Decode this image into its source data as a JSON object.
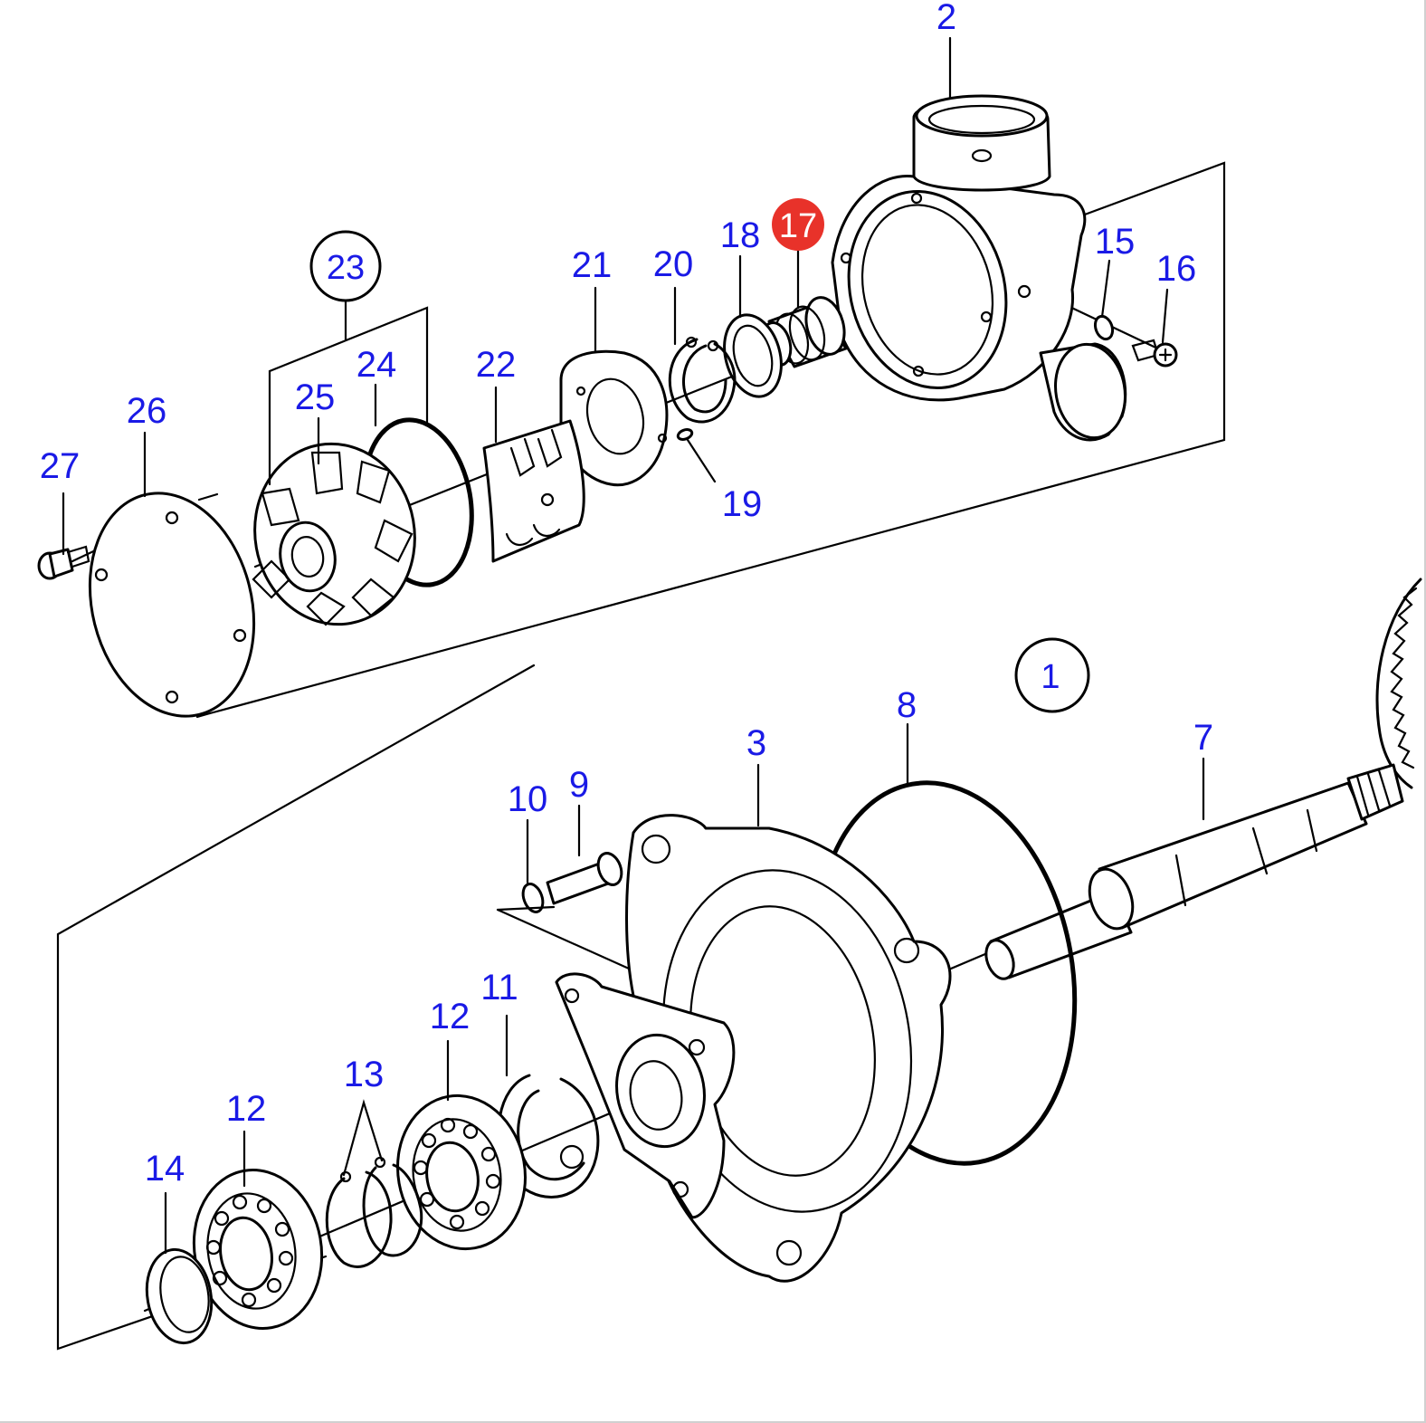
{
  "diagram": {
    "callouts": [
      {
        "id": "c1",
        "label": "1",
        "style": "circled"
      },
      {
        "id": "c2",
        "label": "2",
        "style": "plain"
      },
      {
        "id": "c3",
        "label": "3",
        "style": "plain"
      },
      {
        "id": "c7",
        "label": "7",
        "style": "plain"
      },
      {
        "id": "c8",
        "label": "8",
        "style": "plain"
      },
      {
        "id": "c9",
        "label": "9",
        "style": "plain"
      },
      {
        "id": "c10",
        "label": "10",
        "style": "plain"
      },
      {
        "id": "c11",
        "label": "11",
        "style": "plain"
      },
      {
        "id": "c12a",
        "label": "12",
        "style": "plain"
      },
      {
        "id": "c12b",
        "label": "12",
        "style": "plain"
      },
      {
        "id": "c13",
        "label": "13",
        "style": "plain"
      },
      {
        "id": "c14",
        "label": "14",
        "style": "plain"
      },
      {
        "id": "c15",
        "label": "15",
        "style": "plain"
      },
      {
        "id": "c16",
        "label": "16",
        "style": "plain"
      },
      {
        "id": "c17",
        "label": "17",
        "style": "highlighted"
      },
      {
        "id": "c18",
        "label": "18",
        "style": "plain"
      },
      {
        "id": "c19",
        "label": "19",
        "style": "plain"
      },
      {
        "id": "c20",
        "label": "20",
        "style": "plain"
      },
      {
        "id": "c21",
        "label": "21",
        "style": "plain"
      },
      {
        "id": "c22",
        "label": "22",
        "style": "plain"
      },
      {
        "id": "c23",
        "label": "23",
        "style": "circled"
      },
      {
        "id": "c24",
        "label": "24",
        "style": "plain"
      },
      {
        "id": "c25",
        "label": "25",
        "style": "plain"
      },
      {
        "id": "c26",
        "label": "26",
        "style": "plain"
      },
      {
        "id": "c27",
        "label": "27",
        "style": "plain"
      }
    ],
    "colors": {
      "callout_text": "#1a1ae6",
      "highlight_fill": "#e8322a",
      "line": "#000000",
      "background": "#ffffff"
    }
  }
}
